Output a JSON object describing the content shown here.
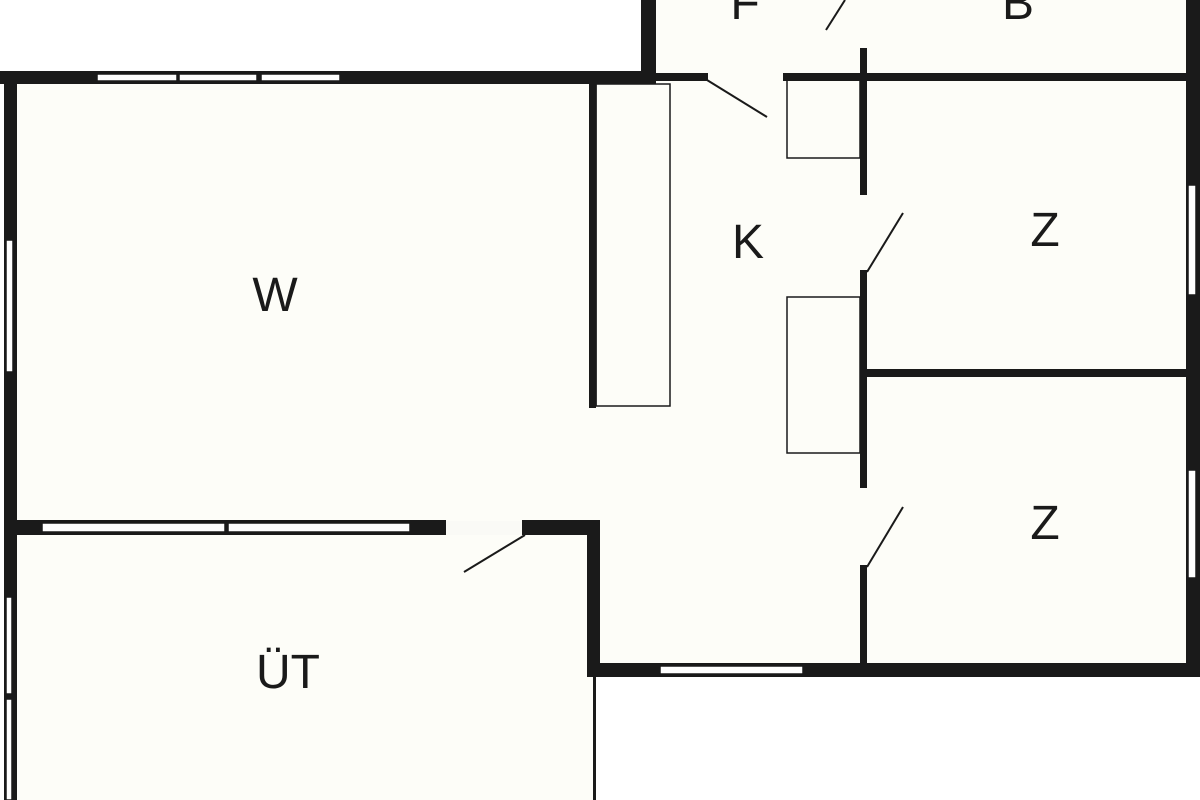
{
  "rooms": {
    "living": "W",
    "kitchen": "K",
    "bedroom_1": "Z",
    "bedroom_2": "Z",
    "terrace": "ÜT",
    "hall": "F",
    "bath": "B"
  },
  "colors": {
    "wall": "#1a1a1a",
    "floor": "#fdfdf8",
    "outside": "#ffffff"
  }
}
